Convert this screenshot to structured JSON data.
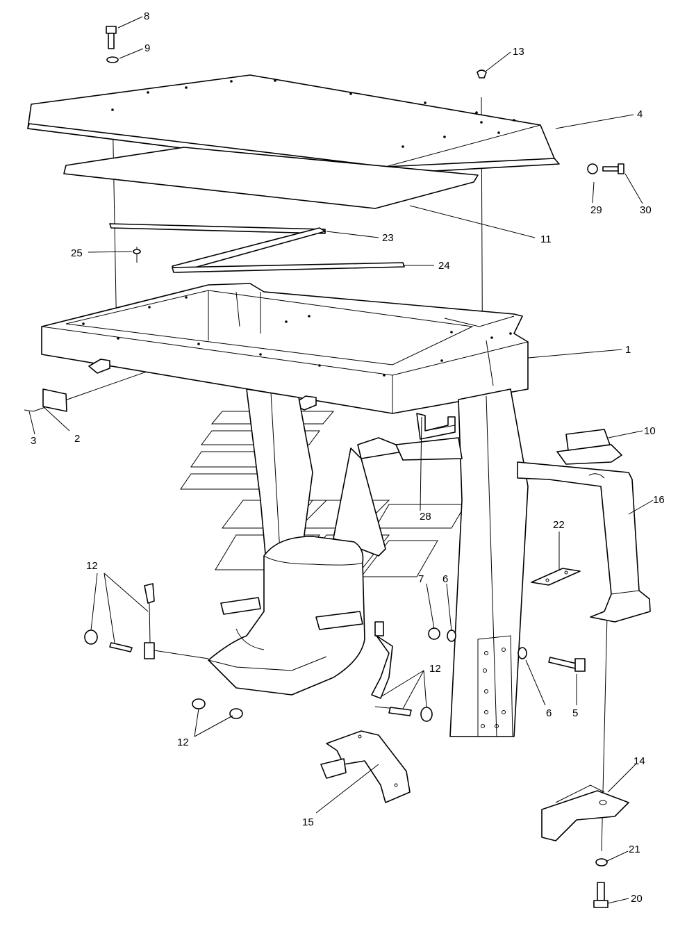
{
  "labels": {
    "p1": "1",
    "p2": "2",
    "p3": "3",
    "p4": "4",
    "p5": "5",
    "p6a": "6",
    "p6b": "6",
    "p7": "7",
    "p8": "8",
    "p9": "9",
    "p10": "10",
    "p11": "11",
    "p12a": "12",
    "p12b": "12",
    "p12c": "12",
    "p13": "13",
    "p14": "14",
    "p15": "15",
    "p16": "16",
    "p20": "20",
    "p21": "21",
    "p22": "22",
    "p23": "23",
    "p24": "24",
    "p25": "25",
    "p28": "28",
    "p29": "29",
    "p30": "30"
  }
}
